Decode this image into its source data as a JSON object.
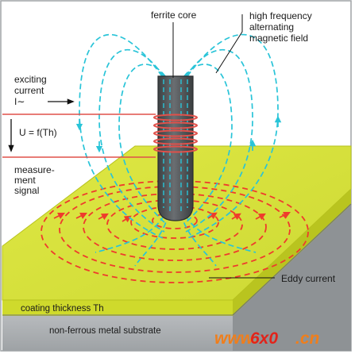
{
  "labels": {
    "ferrite_core": "ferrite core",
    "hf_field_1": "high frequency",
    "hf_field_2": "alternating",
    "hf_field_3": "magnetic field",
    "exciting_1": "exciting",
    "exciting_2": "current",
    "exciting_3": "I∼",
    "u_formula": "U = f(Th)",
    "measure_1": "measure-",
    "measure_2": "ment",
    "measure_3": "signal",
    "eddy": "Eddy current",
    "coating": "coating thickness Th",
    "substrate": "non-ferrous metal substrate"
  },
  "watermark": {
    "prefix": "www.",
    "brand": "6x0",
    "suffix": ".cn"
  },
  "colors": {
    "field_lines": "#29c4d8",
    "eddy_current": "#ef3b2c",
    "coating_top": "#d7e23a",
    "coating_edge": "#bfcc22",
    "substrate": "#a9adb0",
    "core": "#55595c",
    "wire": "#e0504a",
    "background": "#ffffff"
  }
}
